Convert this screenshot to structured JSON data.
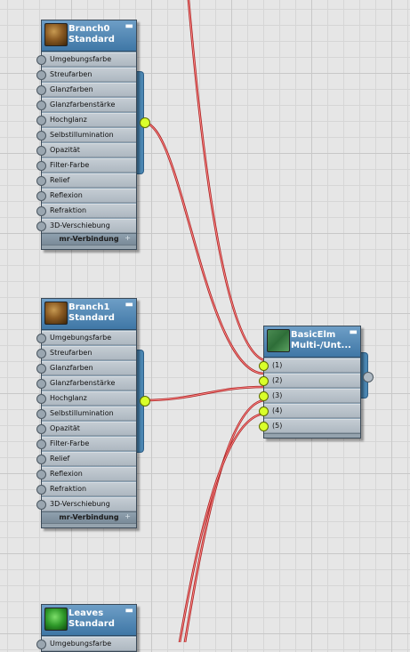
{
  "nodes": {
    "branch0": {
      "name": "Branch0",
      "type": "Standard",
      "footer": "mr-Verbindung",
      "slots": [
        "Umgebungsfarbe",
        "Streufarben",
        "Glanzfarben",
        "Glanzfarbenstärke",
        "Hochglanz",
        "Selbstillumination",
        "Opazität",
        "Filter-Farbe",
        "Relief",
        "Reflexion",
        "Refraktion",
        "3D-Verschiebung"
      ]
    },
    "branch1": {
      "name": "Branch1",
      "type": "Standard",
      "footer": "mr-Verbindung",
      "slots": [
        "Umgebungsfarbe",
        "Streufarben",
        "Glanzfarben",
        "Glanzfarbenstärke",
        "Hochglanz",
        "Selbstillumination",
        "Opazität",
        "Filter-Farbe",
        "Relief",
        "Reflexion",
        "Refraktion",
        "3D-Verschiebung"
      ]
    },
    "leaves": {
      "name": "Leaves",
      "type": "Standard",
      "slots": [
        "Umgebungsfarbe"
      ]
    },
    "basicelm": {
      "name": "BasicElm",
      "type": "Multi-/Unt...",
      "slots": [
        "(1)",
        "(2)",
        "(3)",
        "(4)",
        "(5)"
      ]
    }
  },
  "colors": {
    "wire": "#e04848",
    "socket_active": "#d9ff2a",
    "header": "#4f86b4"
  }
}
